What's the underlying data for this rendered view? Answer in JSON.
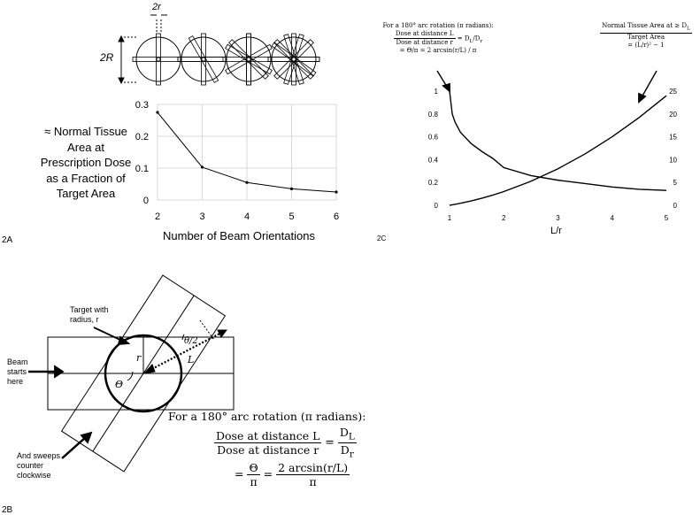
{
  "panel_2a": {
    "label": "2A",
    "diameter_label": "2R",
    "beam_width_label": "2r",
    "ylabel_lines": [
      "≈ Normal Tissue",
      "Area at",
      "Prescription Dose",
      "as a Fraction of",
      "Target Area"
    ],
    "xlabel": "Number of Beam Orientations"
  },
  "panel_2b": {
    "label": "2B",
    "target_note": [
      "Target with",
      "radius, r"
    ],
    "beam_start_note": [
      "Beam",
      "starts",
      "here"
    ],
    "sweep_note": [
      "And sweeps",
      "counter",
      "clockwise"
    ],
    "r_label": "r",
    "L_label": "L",
    "theta_label": "Θ",
    "half_theta_label": "θ/2",
    "eq_intro": "For a 180° arc rotation (π radians):",
    "eq_num": "Dose at distance L",
    "eq_den": "Dose at distance r",
    "eq_rhs_num": "D",
    "eq_rhs_den": "D",
    "eq_line2_a": "Θ",
    "eq_line2_b": "π",
    "eq_line2_c": "2 arcsin(r/L)",
    "eq_line2_d": "π"
  },
  "panel_2c": {
    "label": "2C",
    "xlabel": "L/r",
    "note_left_intro": "For a 180° arc rotation (π radians):",
    "note_left_num": "Dose at distance L",
    "note_left_den": "Dose at distance r",
    "note_left_line2": "= Θ/π = 2 arcsin(r/L) / π",
    "note_right_num": "Normal Tissue Area at ≥ D",
    "note_right_den": "Target Area",
    "note_right_line2": "= (L/r)² − 1"
  },
  "chart_data": [
    {
      "type": "line",
      "x": [
        2,
        3,
        4,
        5,
        6
      ],
      "series": [
        {
          "values": [
            0.275,
            0.103,
            0.055,
            0.035,
            0.025
          ]
        }
      ],
      "xlabel": "Number of Beam Orientations",
      "ylabel": "≈ Normal Tissue Area at Prescription Dose as a Fraction of Target Area",
      "xticks": [
        "2",
        "3",
        "4",
        "5",
        "6"
      ],
      "yticks": [
        "0",
        "0.1",
        "0.2",
        "0.3"
      ],
      "ylim": [
        0,
        0.3
      ],
      "grid": true
    },
    {
      "type": "line",
      "x": [
        1,
        1.05,
        1.1,
        1.2,
        1.4,
        1.6,
        1.8,
        2,
        2.5,
        3,
        3.5,
        4,
        4.5,
        5
      ],
      "series": [
        {
          "axis": "left",
          "values": [
            1.0,
            0.8,
            0.73,
            0.64,
            0.54,
            0.47,
            0.41,
            0.33,
            0.26,
            0.22,
            0.19,
            0.16,
            0.14,
            0.13
          ]
        },
        {
          "axis": "right",
          "values": [
            0,
            0.1,
            0.21,
            0.44,
            0.96,
            1.56,
            2.24,
            3.0,
            5.25,
            8.0,
            11.25,
            15.0,
            19.25,
            24.0
          ]
        }
      ],
      "xlabel": "L/r",
      "xticks": [
        "1",
        "2",
        "3",
        "4",
        "5"
      ],
      "yticks_left": [
        "0",
        "0.2",
        "0.4",
        "0.6",
        "0.8",
        "1"
      ],
      "yticks_right": [
        "0",
        "5",
        "10",
        "15",
        "20",
        "25"
      ],
      "xlim": [
        1,
        5
      ],
      "ylim_left": [
        0,
        1
      ],
      "ylim_right": [
        0,
        25
      ],
      "grid": false
    }
  ]
}
